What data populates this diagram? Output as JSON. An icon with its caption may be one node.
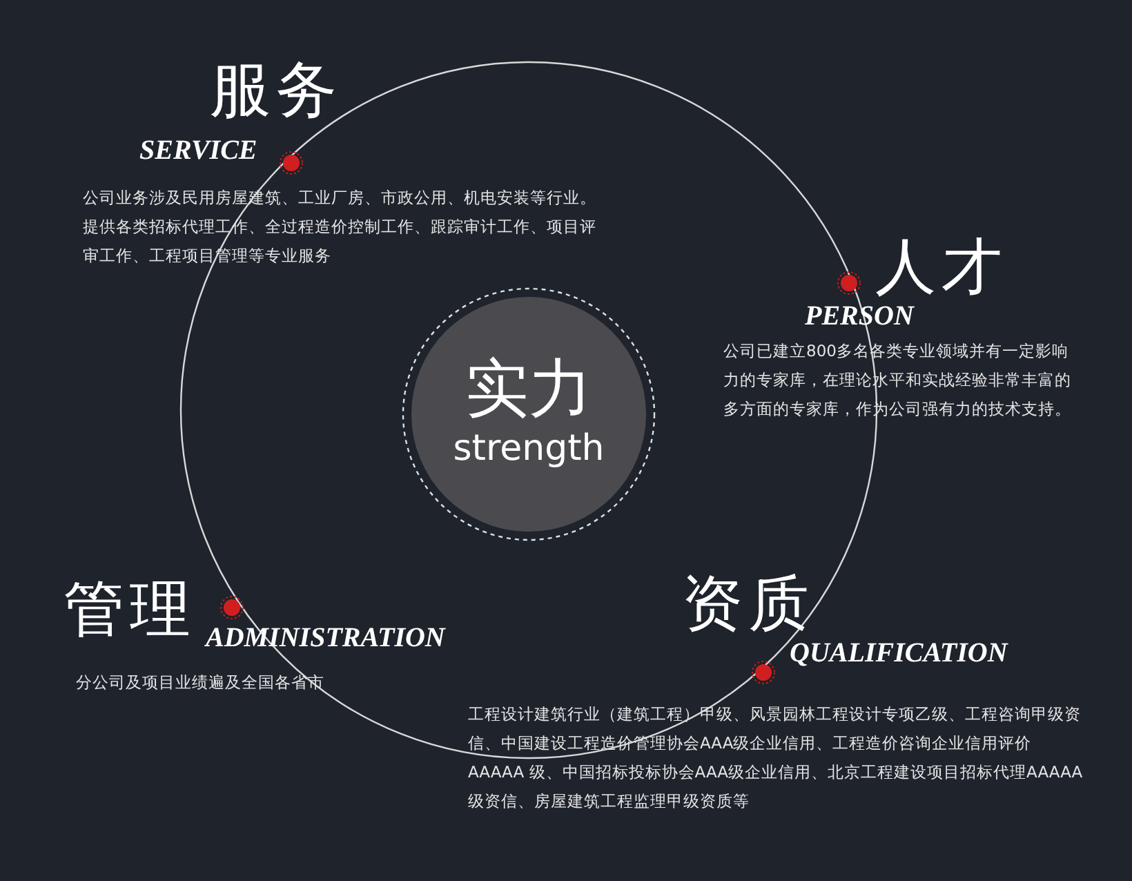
{
  "diagram": {
    "nodes": [
      {
        "text": [
          "实力",
          "strength"
        ]
      }
    ],
    "labels": [
      "服务",
      "SERVICE",
      "公司业务涉及民用房屋建筑、工业厂房、市政公用、机电安装等行业。提供各类招标代理工作、全过程造价控制工作、跟踪审计工作、项目评审工作、工程项目管理等专业服务",
      "人才",
      "PERSON",
      "公司已建立800多名各类专业领域并有一定影响力的专家库，在理论水平和实战经验非常丰富的多方面的专家库，作为公司强有力的技术支持。",
      "管理",
      "ADMINISTRATION",
      "分公司及项目业绩遍及全国各省市",
      "资质",
      "QUALIFICATION",
      "工程设计建筑行业（建筑工程）甲级、风景园林工程设计专项乙级、工程咨询甲级资信、中国建设工程造价管理协会AAA级企业信用、工程造价咨询企业信用评价 AAAAA 级、中国招标投标协会AAA级企业信用、北京工程建设项目招标代理AAAAA级资信、房屋建筑工程监理甲级资质等"
    ]
  }
}
